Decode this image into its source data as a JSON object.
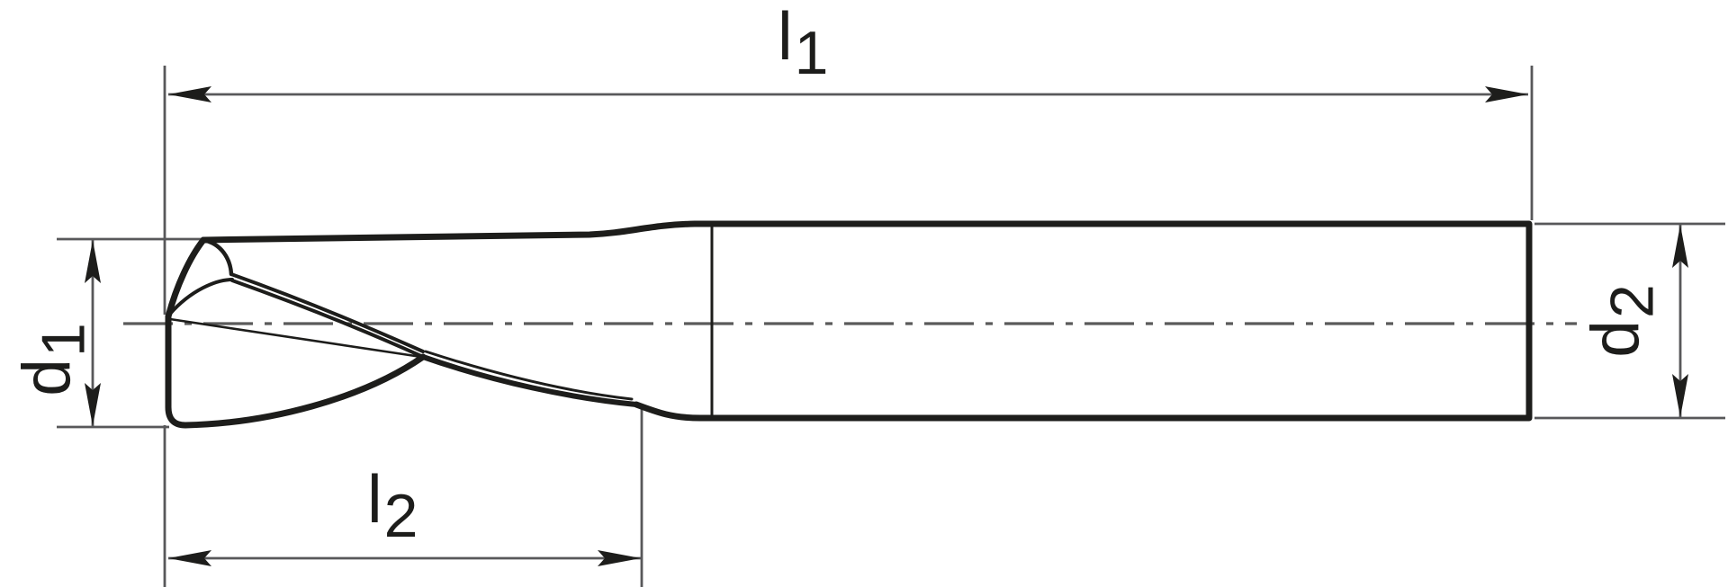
{
  "drawing": {
    "kind": "technical-dimension-drawing",
    "subject": "two-flute end mill, side view",
    "colors": {
      "outline": "#1d1d1b",
      "dimension_line": "#58585a",
      "centerline": "#5a5a5a",
      "text": "#1d1d1b",
      "background": "#ffffff"
    }
  },
  "labels": {
    "l1": {
      "main": "l",
      "sub": "1"
    },
    "l2": {
      "main": "l",
      "sub": "2"
    },
    "d1": {
      "main": "d",
      "sub": "1"
    },
    "d2": {
      "main": "d",
      "sub": "2"
    }
  }
}
